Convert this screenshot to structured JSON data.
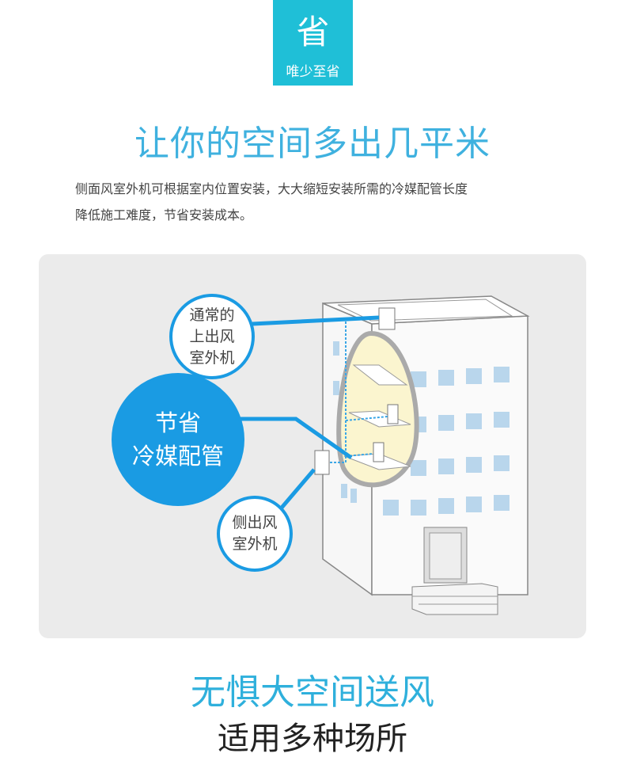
{
  "badge": {
    "icon_char": "省",
    "label": "唯少至省"
  },
  "title": "让你的空间多出几平米",
  "description": [
    "侧面风室外机可根据室内位置安装，大大缩短安装所需的冷媒配管长度",
    "降低施工难度，节省安装成本。"
  ],
  "diagram": {
    "bubble_top": [
      "通常的",
      "上出风",
      "室外机"
    ],
    "bubble_main": [
      "节省",
      "冷媒配管"
    ],
    "bubble_side": [
      "侧出风",
      "室外机"
    ]
  },
  "colors": {
    "badge": "#1fbfd7",
    "accent": "#1a9be3",
    "title": "#3fb1df"
  },
  "bottom": {
    "headline": "无惧大空间送风",
    "subheadline": "适用多种场所"
  }
}
